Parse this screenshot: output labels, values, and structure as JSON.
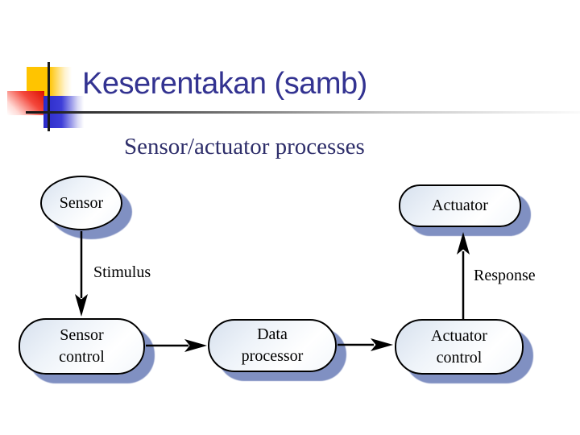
{
  "slide": {
    "title": "Keserentakan (samb)",
    "subtitle": "Sensor/actuator processes"
  },
  "diagram": {
    "nodes": {
      "sensor": "Sensor",
      "actuator": "Actuator",
      "sensor_control": "Sensor\ncontrol",
      "data_processor": "Data\nprocessor",
      "actuator_control": "Actuator\ncontrol"
    },
    "edge_labels": {
      "stimulus": "Stimulus",
      "response": "Response"
    }
  },
  "colors": {
    "title_text": "#333391",
    "subtitle_text": "#2E2E6A",
    "node_border": "#000000",
    "node_fill_tint": "#D7E1EE",
    "node_shadow": "#8090C2",
    "connector": "#000000",
    "accent_yellow": "#FFC400",
    "accent_red": "#DD1000",
    "accent_blue": "#3232CC",
    "background": "#FFFFFF"
  }
}
